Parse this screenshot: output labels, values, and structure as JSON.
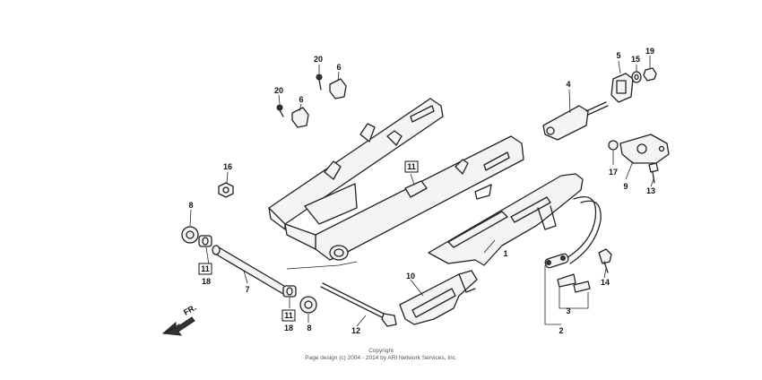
{
  "callouts": {
    "n1": "1",
    "n2": "2",
    "n3": "3",
    "n4": "4",
    "n5": "5",
    "n6a": "6",
    "n6b": "6",
    "n7": "7",
    "n8a": "8",
    "n8b": "8",
    "n9": "9",
    "n10": "10",
    "n11a": "11",
    "n11b": "11",
    "n11c": "11",
    "n12": "12",
    "n13": "13",
    "n14": "14",
    "n15": "15",
    "n16": "16",
    "n17": "17",
    "n18a": "18",
    "n18b": "18",
    "n19": "19",
    "n20a": "20",
    "n20b": "20"
  },
  "direction_label": "FR.",
  "footer": {
    "line1": "Copyright",
    "line2": "Page design (c) 2004 - 2014 by ARI Network Services, Inc."
  }
}
